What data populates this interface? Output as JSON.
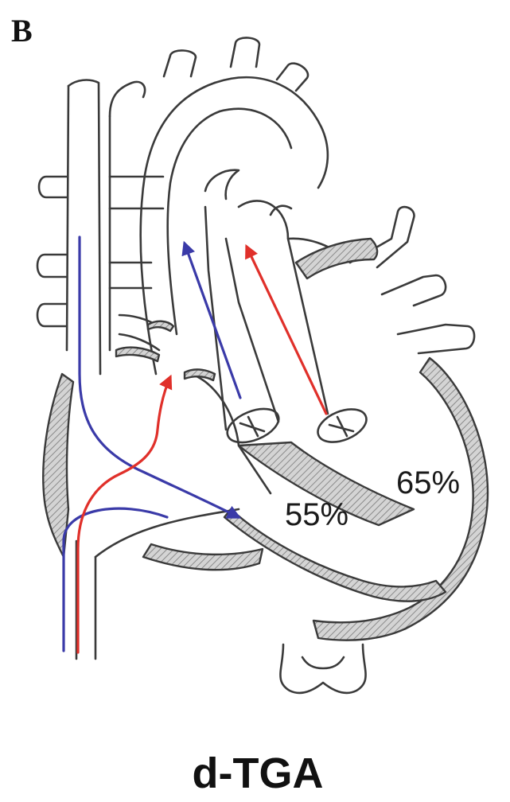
{
  "panel_label": "B",
  "title": "d-TGA",
  "annotations": {
    "right_ventricle": "55%",
    "left_ventricle": "65%"
  },
  "colors": {
    "deoxygenated_flow": "#3a3aa8",
    "oxygenated_flow": "#e0302a",
    "outline": "#3a3a3a",
    "wall_fill": "#bdbdbd"
  }
}
